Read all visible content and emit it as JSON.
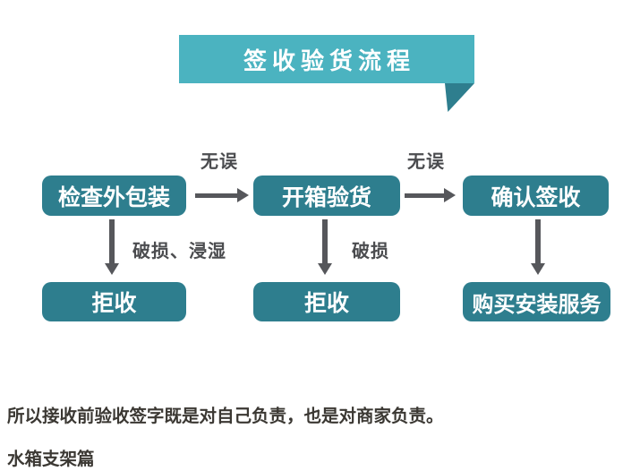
{
  "colors": {
    "banner": "#4BB3C0",
    "banner_tail": "#2E7E8E",
    "node": "#2E7E8E",
    "arrow": "#56575B",
    "label_text": "#4B4C4F",
    "body_text": "#3B3833"
  },
  "title_banner": {
    "label": "签收验货流程"
  },
  "flowchart": {
    "nodes": {
      "check_packaging": "检查外包装",
      "open_box_inspect": "开箱验货",
      "confirm_sign": "确认签收",
      "reject_left": "拒收",
      "reject_middle": "拒收",
      "buy_install_service": "购买安装服务"
    },
    "edge_labels": {
      "no_error_1": "无误",
      "no_error_2": "无误",
      "damaged_soaked": "破损、浸湿",
      "damaged": "破损"
    }
  },
  "body": {
    "paragraph": "所以接收前验收签字既是对自己负责，也是对商家负责。",
    "section_title": "水箱支架篇"
  }
}
